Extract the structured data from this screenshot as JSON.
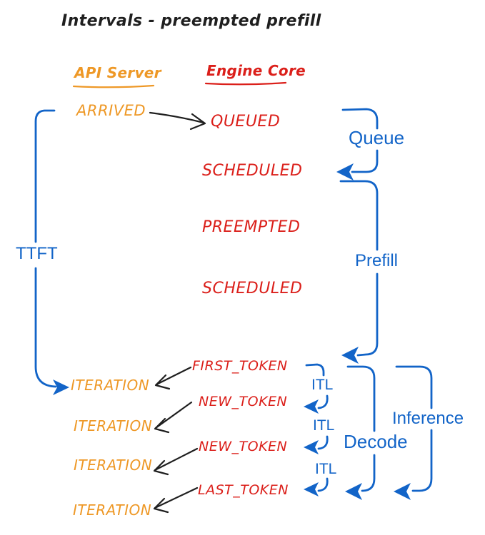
{
  "title": "Intervals - preempted prefill",
  "colors": {
    "api_server": "#EE9826",
    "engine_core": "#DB1F1A",
    "interval": "#1264C8",
    "ink": "#1f1f1f"
  },
  "headers": {
    "api_server": "API Server",
    "engine_core": "Engine Core"
  },
  "api_events": {
    "arrived": "ARRIVED",
    "iterations": [
      "ITERATION",
      "ITERATION",
      "ITERATION",
      "ITERATION"
    ]
  },
  "engine_events": {
    "lifecycle": [
      "QUEUED",
      "SCHEDULED",
      "PREEMPTED",
      "SCHEDULED"
    ],
    "tokens": [
      "FIRST_TOKEN",
      "NEW_TOKEN",
      "NEW_TOKEN",
      "LAST_TOKEN"
    ]
  },
  "intervals": {
    "ttft": "TTFT",
    "queue": "Queue",
    "prefill": "Prefill",
    "decode": "Decode",
    "inference": "Inference",
    "itl": [
      "ITL",
      "ITL",
      "ITL"
    ]
  }
}
